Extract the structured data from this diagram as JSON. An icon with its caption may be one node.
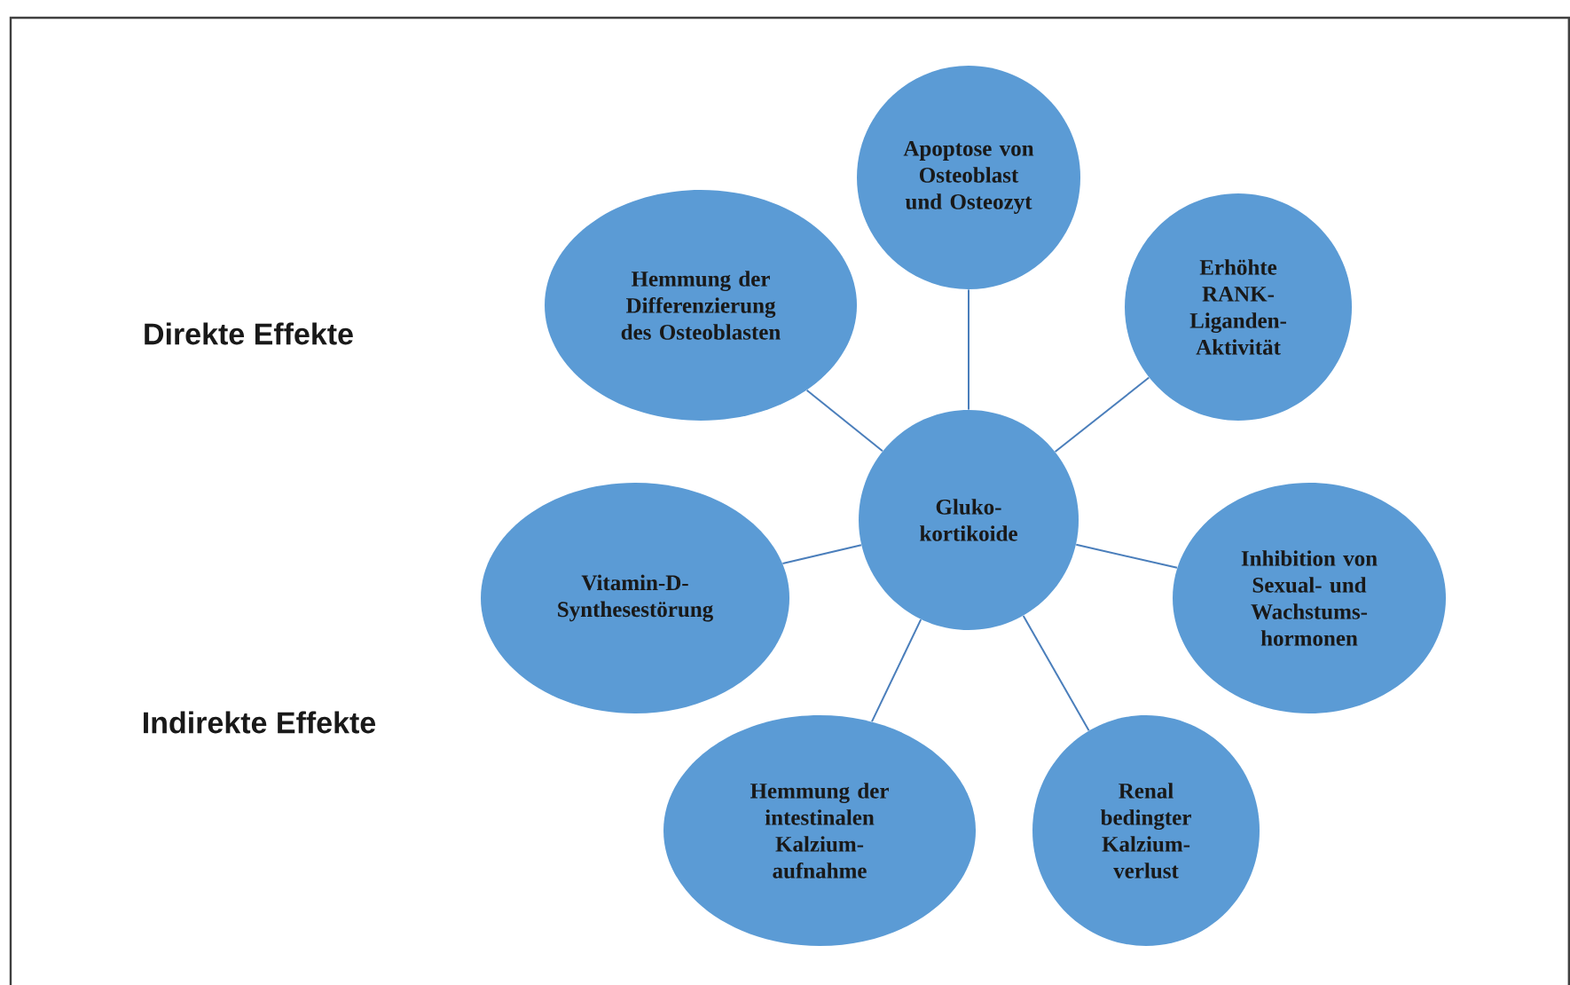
{
  "diagram": {
    "nodes": [
      {
        "text": [
          "Gluko- kortikoide"
        ]
      },
      {
        "text": [
          "Apoptose von Osteoblast und Osteozyt"
        ]
      },
      {
        "text": [
          "Hemmung der Differenzierung des Osteoblasten"
        ]
      },
      {
        "text": [
          "Erhöhte RANK- Liganden- Aktivität"
        ]
      },
      {
        "text": [
          "Vitamin-D- Synthesestörung"
        ]
      },
      {
        "text": [
          "Inhibition von Sexual- und Wachstums- hormonen"
        ]
      },
      {
        "text": [
          "Hemmung der intestinalen Kalzium- aufnahme"
        ]
      },
      {
        "text": [
          "Renal bedingter Kalzium- verlust"
        ]
      }
    ],
    "edges": [
      {
        "from": 0,
        "to": 1,
        "arrow": "none"
      },
      {
        "from": 0,
        "to": 2,
        "arrow": "none"
      },
      {
        "from": 0,
        "to": 3,
        "arrow": "none"
      },
      {
        "from": 0,
        "to": 4,
        "arrow": "none"
      },
      {
        "from": 0,
        "to": 5,
        "arrow": "none"
      },
      {
        "from": 0,
        "to": 6,
        "arrow": "none"
      },
      {
        "from": 0,
        "to": 7,
        "arrow": "none"
      }
    ],
    "labels": [
      "Direkte Effekte",
      "Indirekte Effekte"
    ]
  }
}
